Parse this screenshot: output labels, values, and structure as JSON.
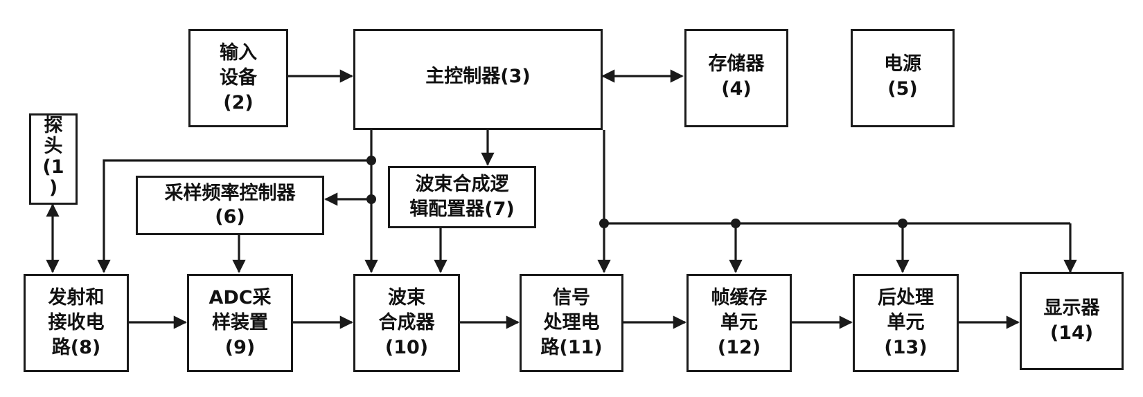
{
  "diagram": {
    "blocks": {
      "probe": {
        "lines": [
          "探",
          "头",
          "(1",
          ")"
        ]
      },
      "input_device": {
        "lines": [
          "输入",
          "设备",
          "(2)"
        ]
      },
      "main_controller": {
        "lines": [
          "主控制器(3)"
        ]
      },
      "memory": {
        "lines": [
          "存储器",
          "(4)"
        ]
      },
      "power_supply": {
        "lines": [
          "电源",
          "(5)"
        ]
      },
      "sampling_rate_controller": {
        "lines": [
          "采样频率控制器",
          "(6)"
        ]
      },
      "beamforming_logic_configurator": {
        "lines": [
          "波束合成逻",
          "辑配置器(7)"
        ]
      },
      "tx_rx_circuit": {
        "lines": [
          "发射和",
          "接收电",
          "路(8)"
        ]
      },
      "adc_sampler": {
        "lines": [
          "ADC采",
          "样装置",
          "(9)"
        ]
      },
      "beamformer": {
        "lines": [
          "波束",
          "合成器",
          "(10)"
        ]
      },
      "signal_processing_circuit": {
        "lines": [
          "信号",
          "处理电",
          "路(11)"
        ]
      },
      "frame_buffer_unit": {
        "lines": [
          "帧缓存",
          "单元",
          "(12)"
        ]
      },
      "post_processing_unit": {
        "lines": [
          "后处理",
          "单元",
          "(13)"
        ]
      },
      "display": {
        "lines": [
          "显示器",
          "(14)"
        ]
      }
    }
  }
}
